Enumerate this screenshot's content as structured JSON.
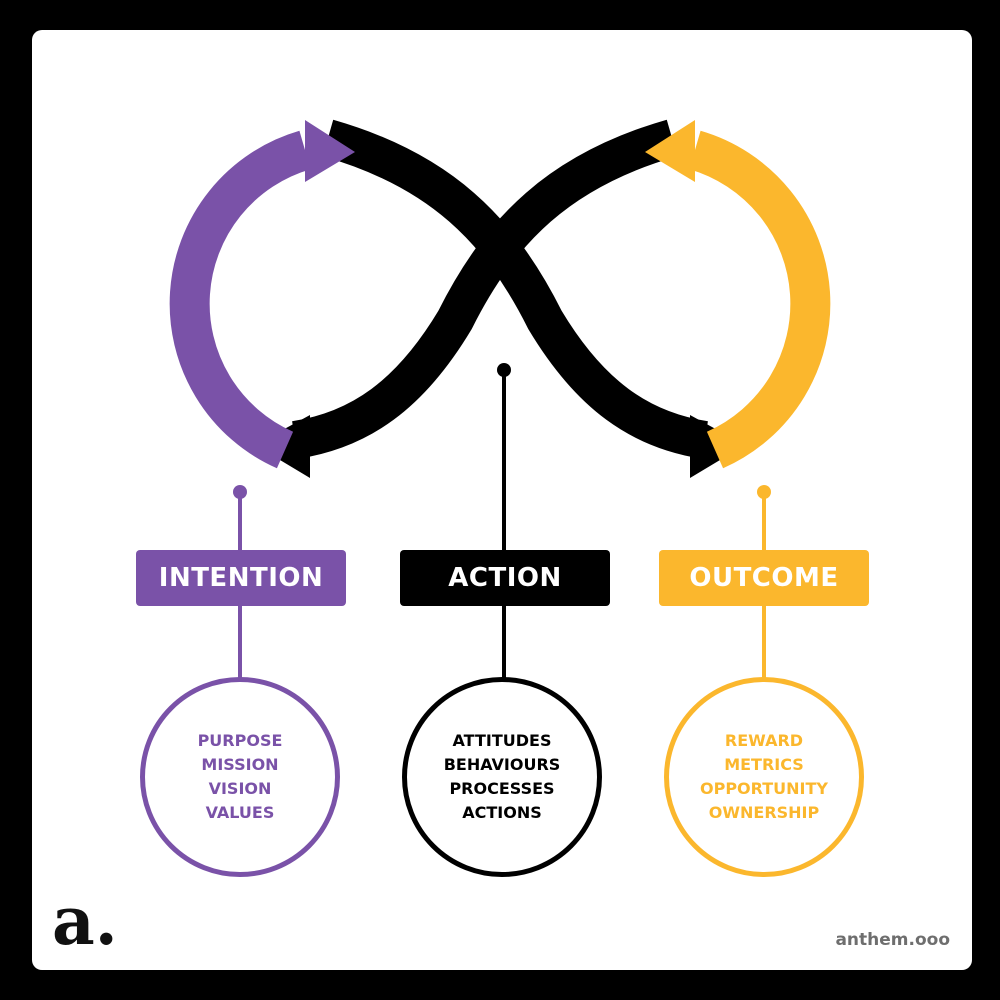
{
  "colors": {
    "background": "#000000",
    "card": "#ffffff",
    "intention": "#7a52a8",
    "action": "#000000",
    "outcome": "#fbb72d",
    "site_text": "#6e6e6e"
  },
  "stages": [
    {
      "key": "intention",
      "label": "INTENTION",
      "items": [
        "PURPOSE",
        "MISSION",
        "VISION",
        "VALUES"
      ]
    },
    {
      "key": "action",
      "label": "ACTION",
      "items": [
        "ATTITUDES",
        "BEHAVIOURS",
        "PROCESSES",
        "ACTIONS"
      ]
    },
    {
      "key": "outcome",
      "label": "OUTCOME",
      "items": [
        "REWARD",
        "METRICS",
        "OPPORTUNITY",
        "OWNERSHIP"
      ]
    }
  ],
  "brand": {
    "logo": "a.",
    "site": "anthem.ooo"
  }
}
